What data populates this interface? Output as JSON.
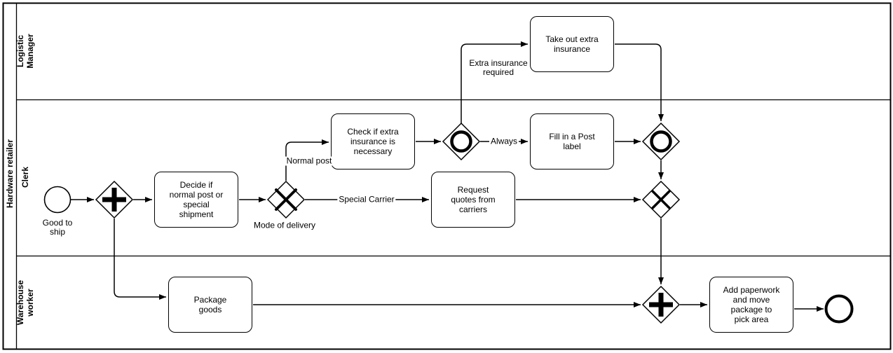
{
  "diagram": {
    "type": "bpmn",
    "pool": {
      "label": "Hardware retailer"
    },
    "lanes": [
      {
        "label": "Logistic\nManager"
      },
      {
        "label": "Clerk"
      },
      {
        "label": "Warehouse\nworker"
      }
    ],
    "events": {
      "start": {
        "label": "Good to\nship"
      }
    },
    "tasks": {
      "decide": {
        "label": "Decide if\nnormal post or\nspecial\nshipment"
      },
      "check_insurance": {
        "label": "Check if extra\ninsurance is\nnecessary"
      },
      "take_insurance": {
        "label": "Take out extra\ninsurance"
      },
      "fill_post_label": {
        "label": "Fill in a Post\nlabel"
      },
      "request_quotes": {
        "label": "Request\nquotes from\ncarriers"
      },
      "package_goods": {
        "label": "Package\ngoods"
      },
      "add_paperwork": {
        "label": "Add paperwork\nand move\npackage to\npick area"
      }
    },
    "gateways": {
      "split_parallel": {
        "symbol": "plus"
      },
      "mode_of_delivery": {
        "symbol": "x",
        "label": "Mode of delivery"
      },
      "insurance_inclusive_split": {
        "symbol": "circle"
      },
      "insurance_inclusive_join": {
        "symbol": "circle"
      },
      "delivery_exclusive_join": {
        "symbol": "x"
      },
      "package_parallel_join": {
        "symbol": "plus"
      }
    },
    "edge_labels": {
      "normal_post": "Normal post",
      "special_carrier": "Special Carrier",
      "always": "Always",
      "extra_insurance_required": "Extra insurance\nrequired"
    },
    "colors": {
      "stroke": "#000000",
      "fill": "#ffffff"
    }
  }
}
